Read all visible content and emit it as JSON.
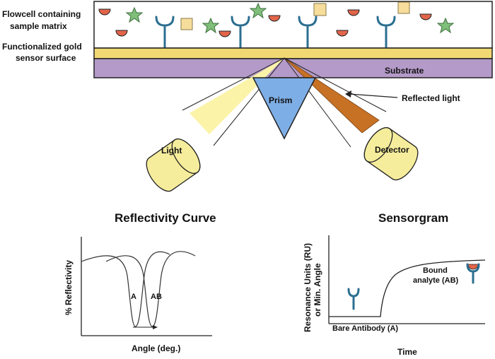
{
  "setup": {
    "flowcell_label": [
      "Flowcell containing",
      "sample matrix"
    ],
    "gold_label": [
      "Functionalized gold",
      "sensor surface"
    ],
    "substrate_label": "Substrate",
    "prism_label": "Prism",
    "reflected_label": "Reflected light",
    "light_label": "Light",
    "detector_label": "Detector"
  },
  "reflectivity": {
    "title": "Reflectivity Curve",
    "ylabel": "% Reflectivity",
    "xlabel": "Angle (deg.)",
    "curve_a_label": "A",
    "curve_ab_label": "AB"
  },
  "sensorgram": {
    "title": "Sensorgram",
    "ylabel": [
      "Resonance Units (RU)",
      "or Min. Angle"
    ],
    "xlabel": "Time",
    "bare_label": "Bare Antibody (A)",
    "bound_label": [
      "Bound",
      "analyte (AB)"
    ]
  },
  "colors": {
    "gold": "#f2d873",
    "substrate": "#b49ac8",
    "prism": "#7eaee6",
    "light_body": "#f6ed9c",
    "light_beam": "#fbf3a8",
    "reflected_beam": "#c77125",
    "antibody": "#2b6f91",
    "analyte_semicircle": "#e2654a",
    "star": "#7fbf7a",
    "square": "#f7dd9b"
  }
}
